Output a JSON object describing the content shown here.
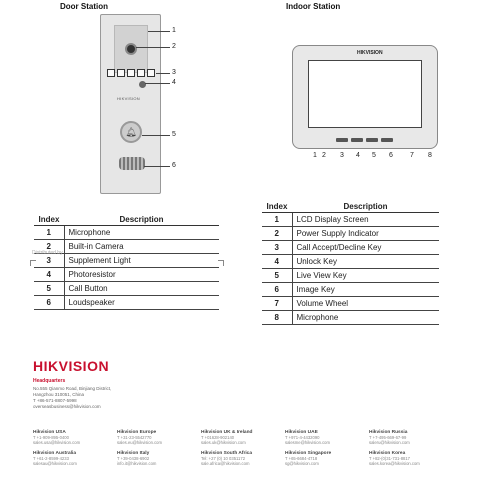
{
  "door": {
    "title": "Door Station",
    "logo": "HIKVISION",
    "callouts": [
      "1",
      "2",
      "3",
      "4",
      "5",
      "6"
    ],
    "table": {
      "headers": [
        "Index",
        "Description"
      ],
      "rows": [
        {
          "index": "1",
          "desc": "Microphone"
        },
        {
          "index": "2",
          "desc": "Built-in Camera"
        },
        {
          "index": "3",
          "desc": "Supplement Light"
        },
        {
          "index": "4",
          "desc": "Photoresistor"
        },
        {
          "index": "5",
          "desc": "Call Button"
        },
        {
          "index": "6",
          "desc": "Loudspeaker"
        }
      ]
    }
  },
  "indoor": {
    "title": "Indoor Station",
    "logo": "HIKVISION",
    "callouts": [
      "1",
      "2",
      "3",
      "4",
      "5",
      "6",
      "7",
      "8"
    ],
    "table": {
      "headers": [
        "Index",
        "Description"
      ],
      "rows": [
        {
          "index": "1",
          "desc": "LCD Display Screen"
        },
        {
          "index": "2",
          "desc": "Power Supply Indicator"
        },
        {
          "index": "3",
          "desc": "Call Accept/Decline Key"
        },
        {
          "index": "4",
          "desc": "Unlock Key"
        },
        {
          "index": "5",
          "desc": "Live View Key"
        },
        {
          "index": "6",
          "desc": "Image Key"
        },
        {
          "index": "7",
          "desc": "Volume Wheel"
        },
        {
          "index": "8",
          "desc": "Microphone"
        }
      ]
    }
  },
  "watermark": "Distributed by",
  "footer": {
    "brand": "HIKVISION",
    "hq_title": "Headquarters",
    "hq_lines": [
      "No.555 Qianmo Road, Binjiang District,",
      "Hangzhou 310051, China",
      "T +86-571-8807-5998",
      "overseasbusiness@hikvision.com"
    ],
    "offices": [
      {
        "name": "Hikvision USA",
        "phone": "T +1-909-895-0400",
        "email": "sales.usa@hikvision.com"
      },
      {
        "name": "Hikvision Europe",
        "phone": "T +31-23-5542770",
        "email": "sales.eu@hikvision.com"
      },
      {
        "name": "Hikvision UK & Ireland",
        "phone": "T +01628-902140",
        "email": "sales.uk@hikvision.com"
      },
      {
        "name": "Hikvision UAE",
        "phone": "T +971-4-4432090",
        "email": "salesme@hikvision.com"
      },
      {
        "name": "Hikvision Russia",
        "phone": "T +7-495-669-67-99",
        "email": "saleru@hikvision.com"
      },
      {
        "name": "Hikvision Australia",
        "phone": "T +61-2-8599-4233",
        "email": "salesau@hikvision.com"
      },
      {
        "name": "Hikvision Italy",
        "phone": "T +39-0438-6902",
        "email": "info.it@hikvision.com"
      },
      {
        "name": "Hikvision South Africa",
        "phone": "Tel: +27 (0) 10 0351172",
        "email": "sale.africa@hikvision.com"
      },
      {
        "name": "Hikvision Singapore",
        "phone": "T +65-6684-4718",
        "email": "sg@hikvision.com"
      },
      {
        "name": "Hikvision Korea",
        "phone": "T +82-(0)31-731-8817",
        "email": "sales.korea@hikvision.com"
      }
    ]
  }
}
